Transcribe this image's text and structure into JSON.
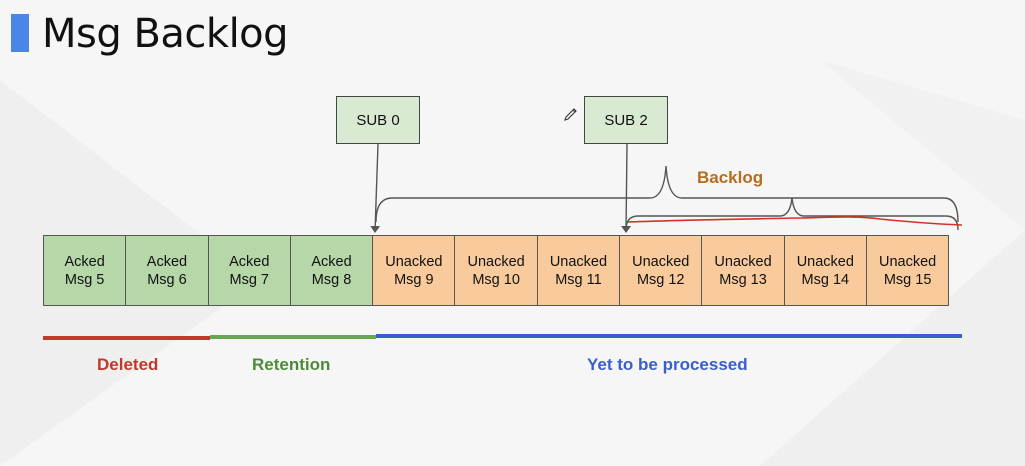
{
  "title": "Msg Backlog",
  "subscribers": [
    {
      "label": "SUB 0"
    },
    {
      "label": "SUB 2"
    }
  ],
  "messages": [
    {
      "state": "Acked",
      "name": "Msg 5"
    },
    {
      "state": "Acked",
      "name": "Msg 6"
    },
    {
      "state": "Acked",
      "name": "Msg 7"
    },
    {
      "state": "Acked",
      "name": "Msg 8"
    },
    {
      "state": "Unacked",
      "name": "Msg 9"
    },
    {
      "state": "Unacked",
      "name": "Msg 10"
    },
    {
      "state": "Unacked",
      "name": "Msg 11"
    },
    {
      "state": "Unacked",
      "name": "Msg 12"
    },
    {
      "state": "Unacked",
      "name": "Msg 13"
    },
    {
      "state": "Unacked",
      "name": "Msg 14"
    },
    {
      "state": "Unacked",
      "name": "Msg 15"
    }
  ],
  "backlog_label": "Backlog",
  "segments": [
    {
      "label": "Deleted",
      "color": "#c0392b"
    },
    {
      "label": "Retention",
      "color": "#4e8a3a"
    },
    {
      "label": "Yet to be processed",
      "color": "#3a5fcd"
    }
  ],
  "colors": {
    "title_accent": "#4a86e8",
    "acked": "#b6d7a8",
    "unacked": "#f9cb9c",
    "backlog_text": "#b46e1e",
    "annotation_red": "#d93025"
  },
  "icons": [
    "pencil-icon"
  ]
}
